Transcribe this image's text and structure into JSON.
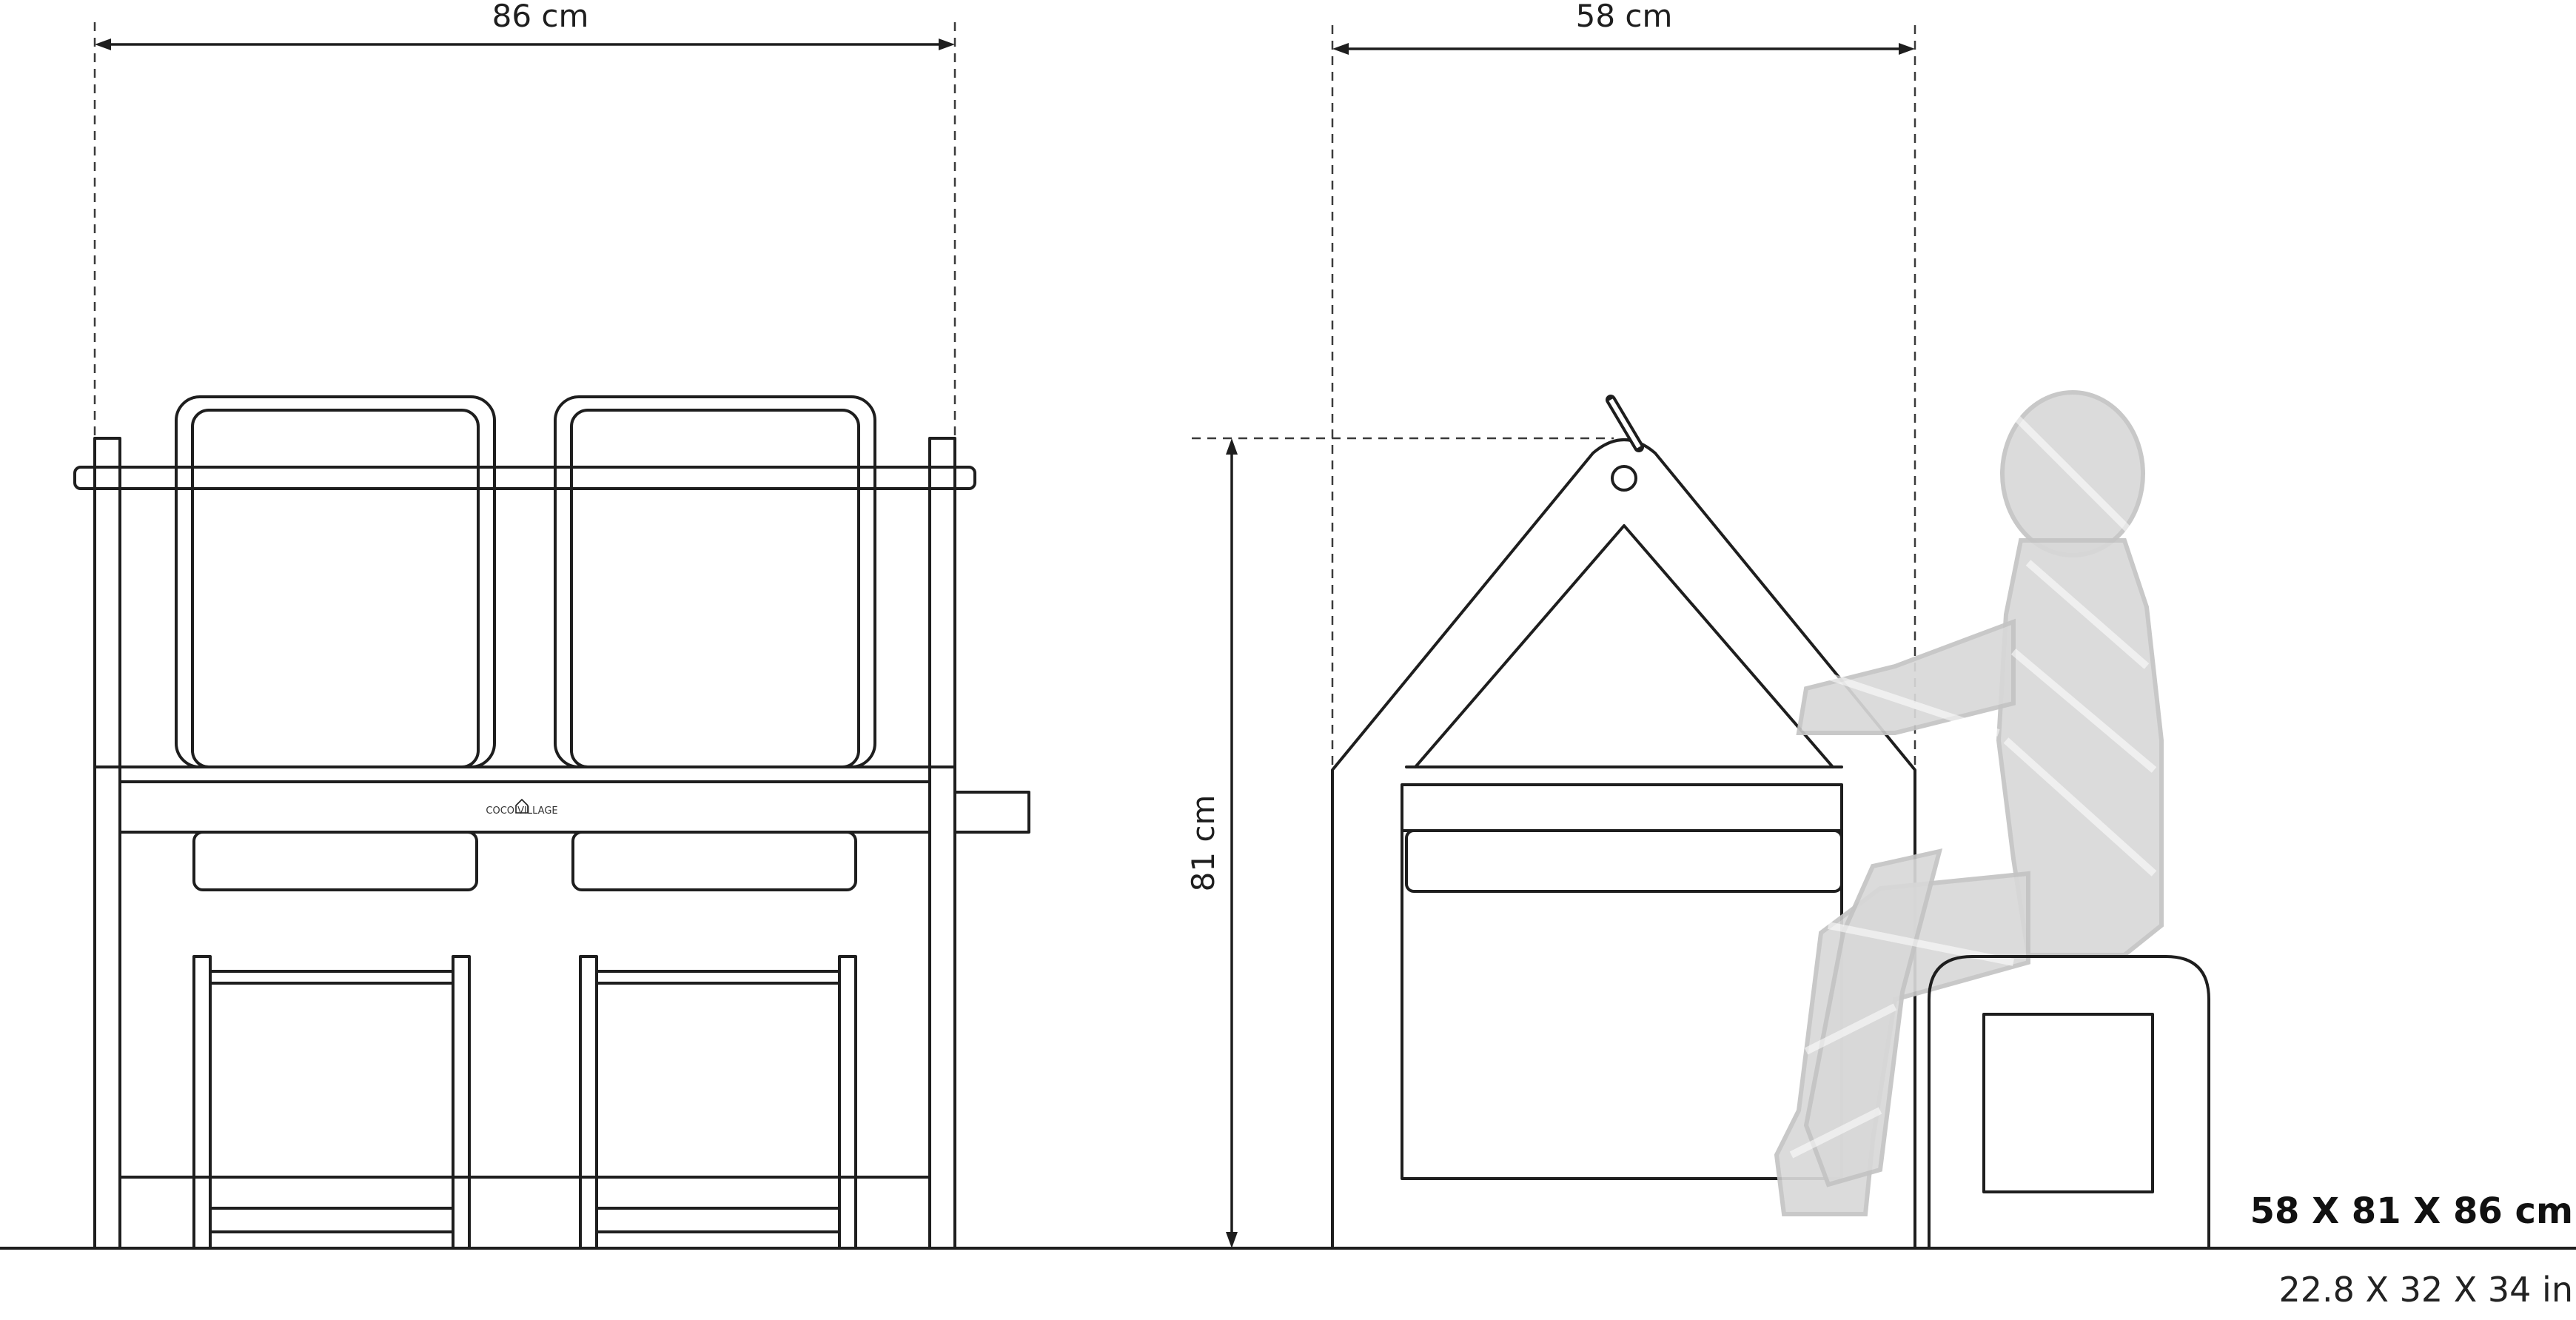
{
  "dimensions": {
    "front_width": "86 cm",
    "side_width": "58 cm",
    "height": "81 cm"
  },
  "brand_logo": "COCO VILLAGE",
  "summary": {
    "metric": "58 X 81 X 86 cm",
    "imperial": "22.8 X 32 X 34 in"
  }
}
